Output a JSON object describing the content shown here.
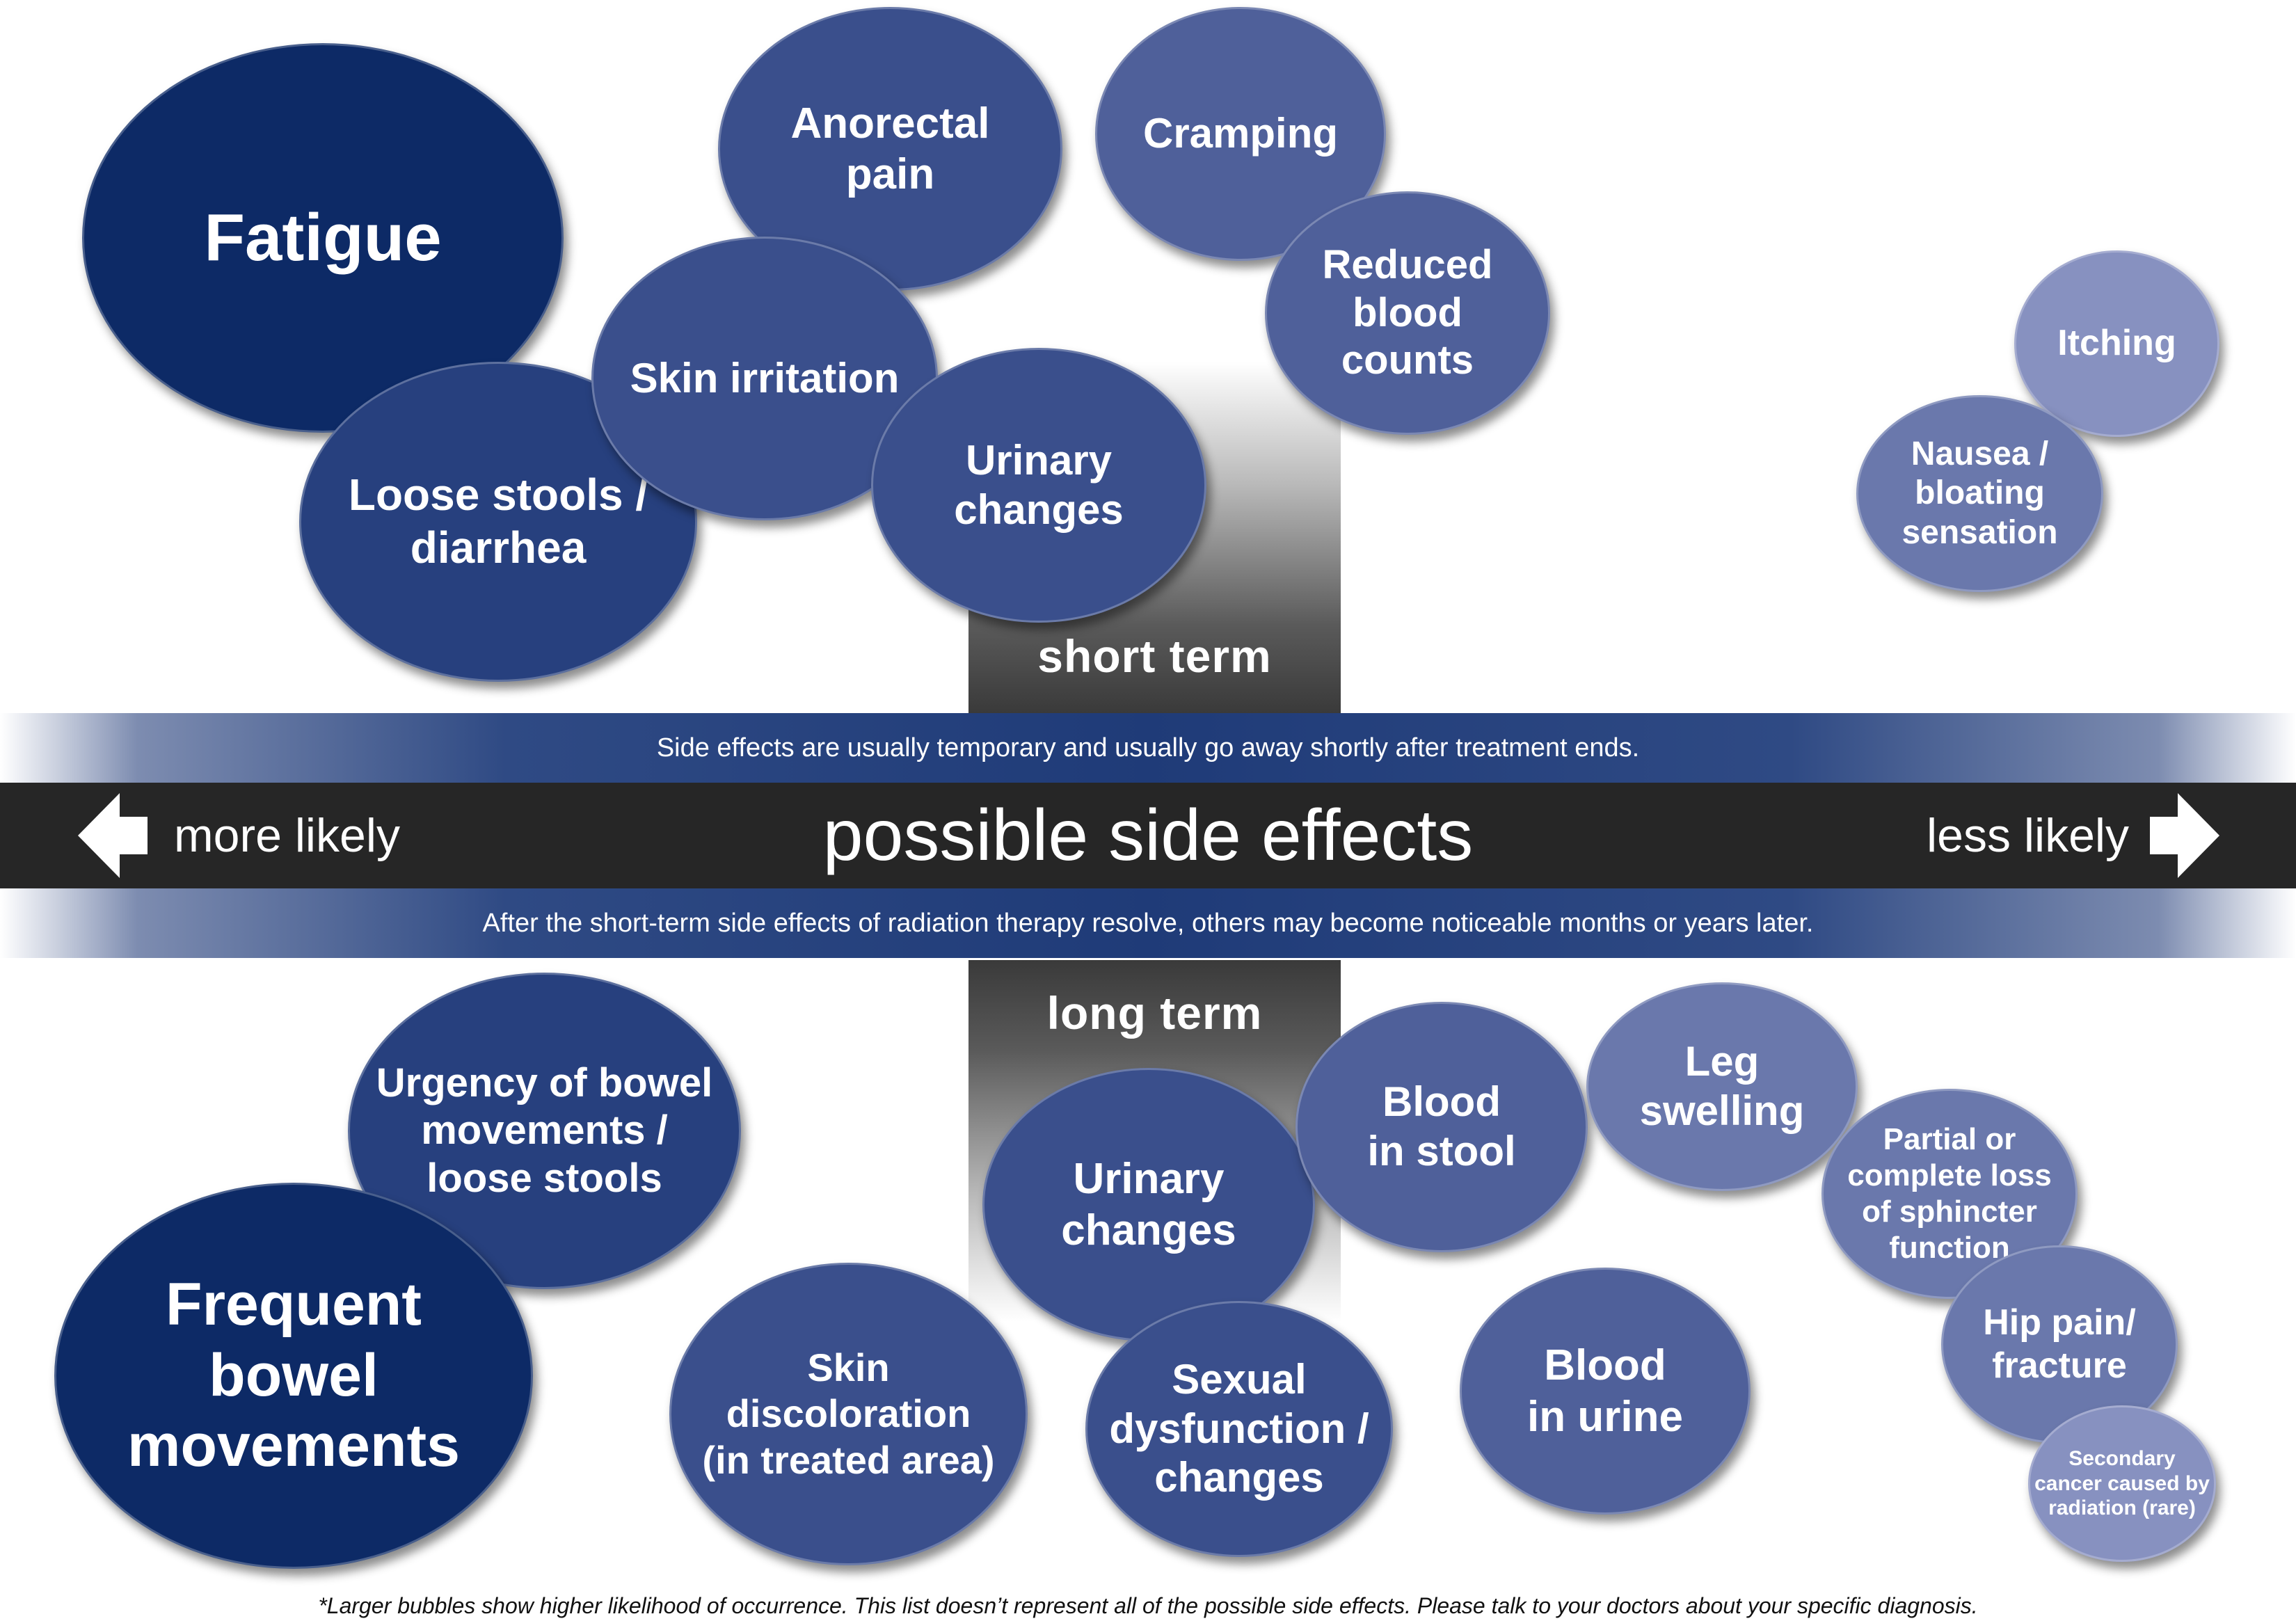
{
  "short_term_label": "short term",
  "long_term_label": "long term",
  "band_top_text": "Side effects are usually temporary and usually go away shortly after treatment ends.",
  "band_bottom_text": "After the short-term side effects of radiation therapy resolve, others may become noticeable months or years later.",
  "title": "possible side effects",
  "more_likely": "more likely",
  "less_likely": "less likely",
  "short_term_bubbles": [
    {
      "text": "Fatigue"
    },
    {
      "text": "Anorectal\npain"
    },
    {
      "text": "Cramping"
    },
    {
      "text": "Reduced\nblood\ncounts"
    },
    {
      "text": "Skin irritation"
    },
    {
      "text": "Loose stools /\ndiarrhea"
    },
    {
      "text": "Urinary\nchanges"
    },
    {
      "text": "Itching"
    },
    {
      "text": "Nausea /\nbloating\nsensation"
    }
  ],
  "long_term_bubbles": [
    {
      "text": "Urgency of bowel\nmovements /\nloose stools"
    },
    {
      "text": "Frequent\nbowel\nmovements"
    },
    {
      "text": "Urinary\nchanges"
    },
    {
      "text": "Blood\nin stool"
    },
    {
      "text": "Leg\nswelling"
    },
    {
      "text": "Partial or\ncomplete loss\nof sphincter\nfunction"
    },
    {
      "text": "Skin\ndiscoloration\n(in treated area)"
    },
    {
      "text": "Sexual\ndysfunction /\nchanges"
    },
    {
      "text": "Blood\nin urine"
    },
    {
      "text": "Hip pain/\nfracture"
    },
    {
      "text": "Secondary\ncancer caused by\nradiation (rare)"
    }
  ],
  "footnote": "*Larger bubbles show higher likelihood of occurrence. This list doesn’t represent all of the possible side effects. Please talk to your doctors about your specific diagnosis."
}
